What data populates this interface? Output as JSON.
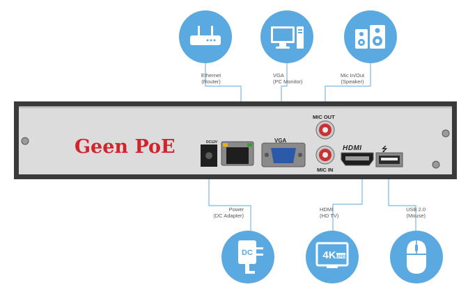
{
  "overlay_label": "Geen PoE",
  "connections": {
    "ethernet": {
      "title": "Ethernet",
      "detail": "(Router)"
    },
    "vga": {
      "title": "VGA",
      "detail": "(PC Monitor)"
    },
    "mic": {
      "title": "Mic In/Out",
      "detail": "(Speaker)"
    },
    "power": {
      "title": "Power",
      "detail": "(DC Adapter)"
    },
    "hdmi": {
      "title": "HDMI",
      "detail": "(HD TV)"
    },
    "usb": {
      "title": "USB 2.0",
      "detail": "(Mouse)"
    }
  },
  "panel_labels": {
    "power_port": "DC12V",
    "vga_port": "VGA",
    "mic_out": "MIC OUT",
    "mic_in": "MIC IN",
    "hdmi": "HDMI",
    "usb_symbol": "⭍"
  },
  "icons": {
    "dc_text": "DC",
    "uhd_big": "4K",
    "uhd_small": "UHD"
  },
  "colors": {
    "icon_circle": "#5aa9e0",
    "leader_line": "#7ab8e6",
    "panel": "#dcdcdc",
    "overlay_text": "#d1242b"
  }
}
